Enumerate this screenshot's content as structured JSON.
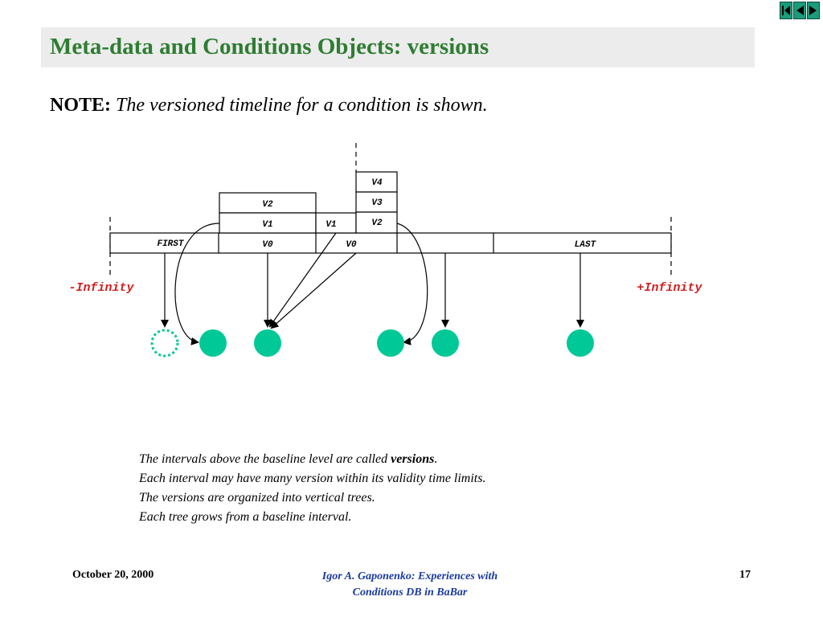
{
  "slide": {
    "title": "Meta-data and Conditions Objects: versions",
    "note_label": "NOTE:",
    "note_text": "The versioned timeline for a condition is shown."
  },
  "diagram": {
    "neg_infinity": "-Infinity",
    "pos_infinity": "+Infinity",
    "baseline_labels": [
      "FIRST",
      "V0",
      "V0",
      "LAST"
    ],
    "version_labels": {
      "tree1_v1": "V1",
      "tree1_v2": "V2",
      "mid_v1": "V1",
      "tree2_v2": "V2",
      "tree2_v3": "V3",
      "tree2_v4": "V4"
    },
    "colors": {
      "node": "#00c896",
      "infinity_label": "#d02020"
    }
  },
  "body": {
    "line1_prefix": "The intervals above the baseline level are called ",
    "line1_bold": "versions",
    "line1_suffix": ".",
    "line2": "Each interval may have many version within its validity time limits.",
    "line3": "The versions are organized into vertical trees.",
    "line4": "Each tree grows from a baseline  interval."
  },
  "footer": {
    "date": "October 20, 2000",
    "author_line1": "Igor A. Gaponenko: Experiences with",
    "author_line2": "Conditions DB in BaBar",
    "page": "17"
  },
  "nav": {
    "icons": [
      "first-page-icon",
      "back-icon",
      "forward-icon"
    ]
  }
}
